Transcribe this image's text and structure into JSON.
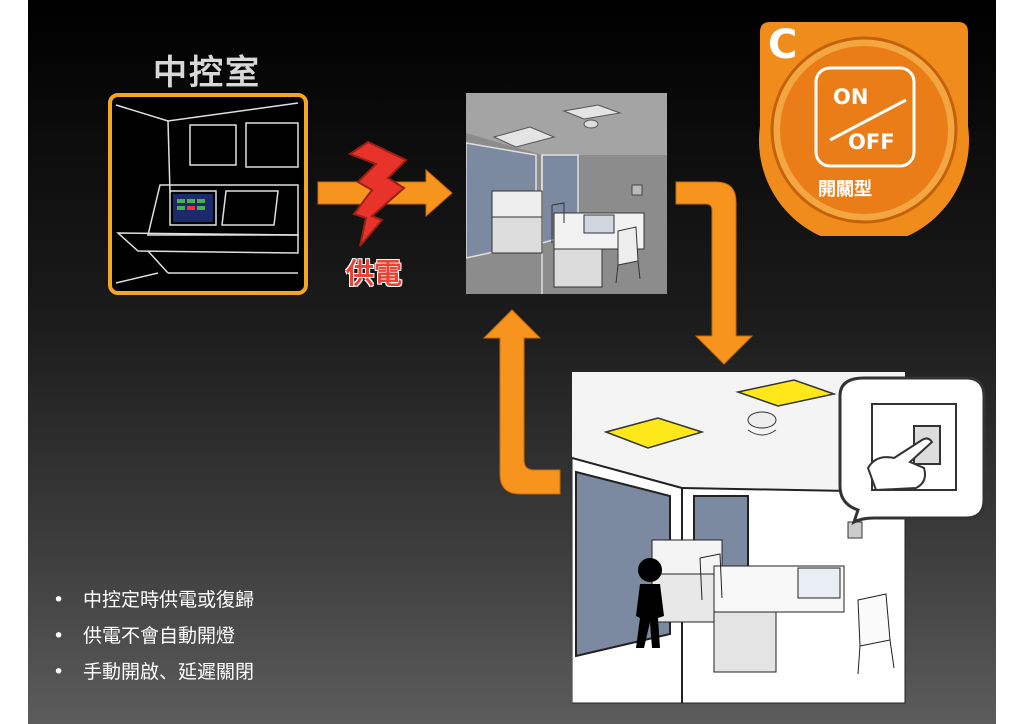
{
  "title": "中控室",
  "power_label": "供電",
  "badge": {
    "letter": "C",
    "on": "ON",
    "off": "OFF",
    "type_label": "開關型"
  },
  "bullets": [
    "中控定時供電或復歸",
    "供電不會自動開燈",
    "手動開啟、延遲關閉"
  ],
  "colors": {
    "arrow": "#f7941d",
    "frame": "#f5a623",
    "bolt": "#e8332a",
    "light_on": "#ffe81a",
    "window": "#7b8aa0"
  },
  "icons": [
    "control-room-illustration",
    "lightning-bolt-icon",
    "office-dark-illustration",
    "office-lit-illustration",
    "hand-switch-icon",
    "person-icon"
  ]
}
